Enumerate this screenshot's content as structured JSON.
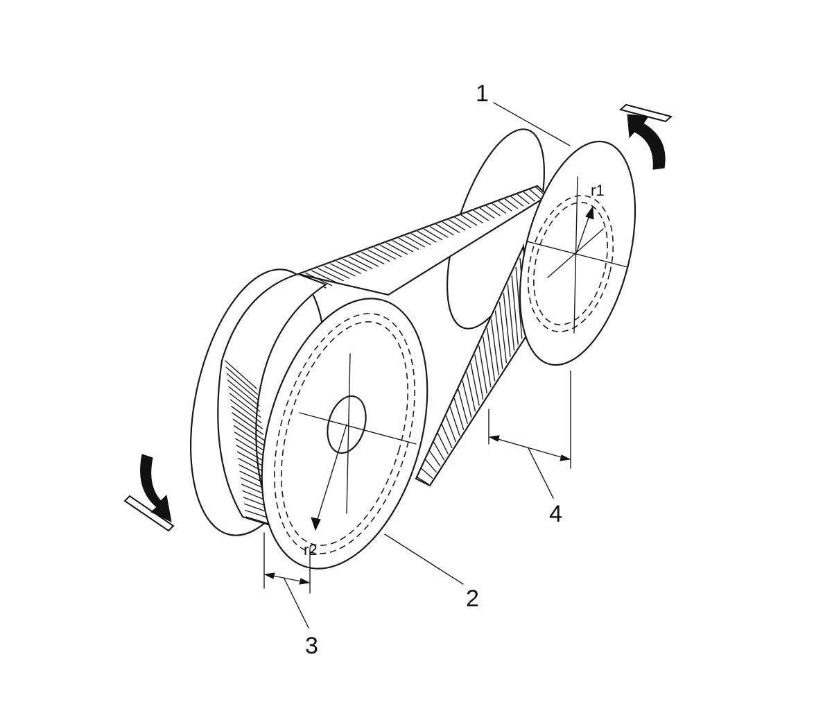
{
  "labels": {
    "part_1": "1",
    "part_2": "2",
    "part_3": "3",
    "part_4": "4",
    "radius_1": "r1",
    "radius_2": "r2"
  },
  "colors": {
    "ink": "#1a1a1a",
    "background": "#ffffff"
  },
  "icons": {
    "rotation_top": "curved-arrow-icon",
    "rotation_bottom": "curved-arrow-icon"
  }
}
